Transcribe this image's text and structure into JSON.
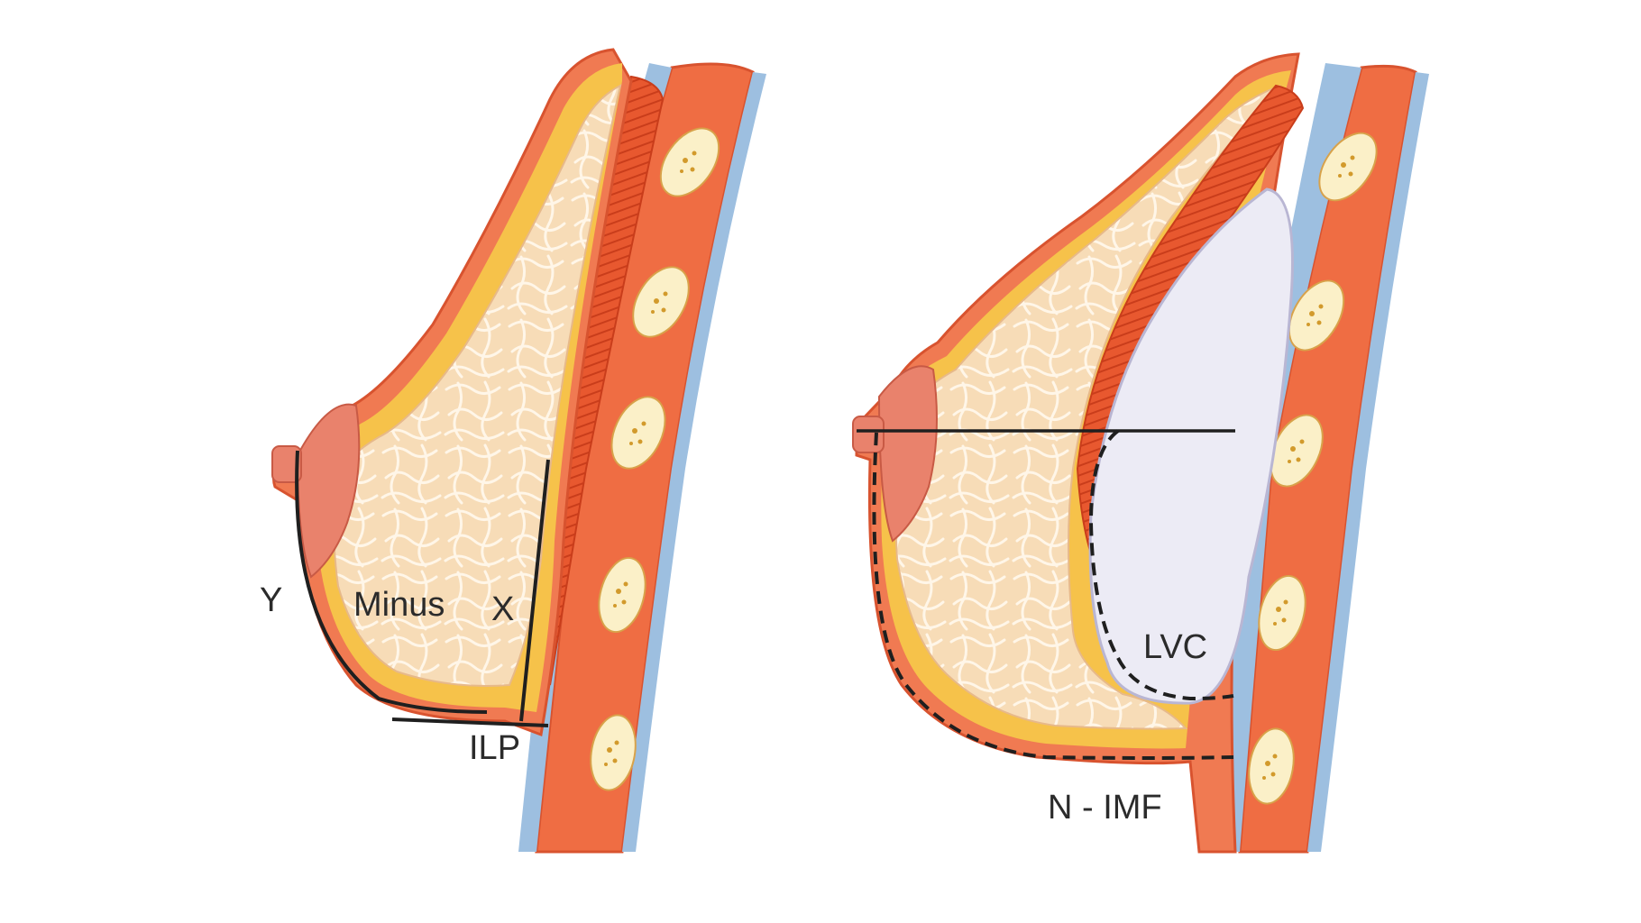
{
  "labels": {
    "left": {
      "y": "Y",
      "minus": "Minus",
      "x": "X",
      "ilp": "ILP"
    },
    "right": {
      "lvc": "LVC",
      "nimf": "N - IMF"
    }
  },
  "colors": {
    "skin": "#f07a52",
    "skin_edge": "#d8532f",
    "fat": "#f6c24a",
    "gland": "#f7dcb7",
    "gland_pattern": "#ffffff",
    "muscle": "#e8582f",
    "fascia": "#9dbfe0",
    "rib": "#fbf0c8",
    "rib_dots": "#d29a2c",
    "areola": "#e9826c",
    "implant": "#ecebf5",
    "line": "#1f1f1f"
  }
}
